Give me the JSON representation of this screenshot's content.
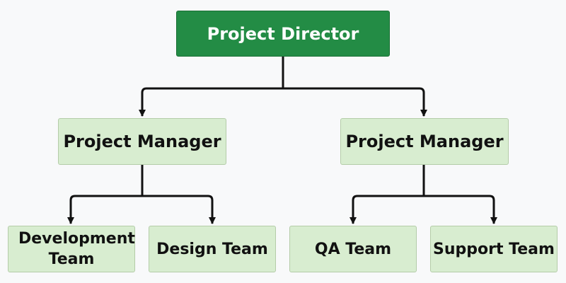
{
  "org_chart": {
    "director": {
      "label": "Project Director",
      "color": "#238c45"
    },
    "managers": [
      {
        "label": "Project Manager",
        "teams": [
          {
            "label": "Development Team"
          },
          {
            "label": "Design Team"
          }
        ]
      },
      {
        "label": "Project Manager",
        "teams": [
          {
            "label": "QA Team"
          },
          {
            "label": "Support Team"
          }
        ]
      }
    ],
    "node_fill": "#d8edd0",
    "connector_color": "#111111"
  }
}
